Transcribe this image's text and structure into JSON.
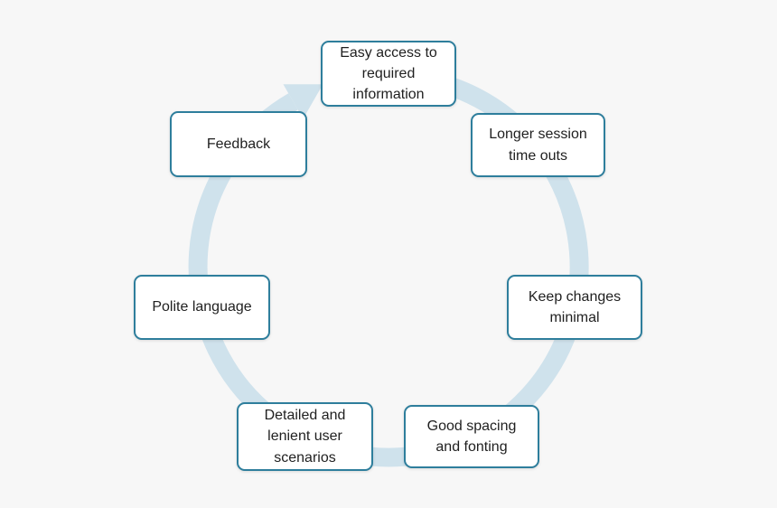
{
  "canvas": {
    "background_color": "#f7f7f7"
  },
  "diagram": {
    "type": "cycle",
    "direction": "clockwise",
    "ring_color": "#cfe2ec",
    "box_border_color": "#2e7e9c",
    "box_fill_color": "#ffffff",
    "text_color": "#1f1f1f",
    "nodes": [
      {
        "id": "easy-access",
        "label": "Easy access to required information"
      },
      {
        "id": "longer-session-timeouts",
        "label": "Longer session time outs"
      },
      {
        "id": "keep-changes-minimal",
        "label": "Keep changes minimal"
      },
      {
        "id": "good-spacing-fonting",
        "label": "Good spacing and fonting"
      },
      {
        "id": "detailed-lenient-scenarios",
        "label": "Detailed and lenient user scenarios"
      },
      {
        "id": "polite-language",
        "label": "Polite language"
      },
      {
        "id": "feedback",
        "label": "Feedback"
      }
    ]
  }
}
